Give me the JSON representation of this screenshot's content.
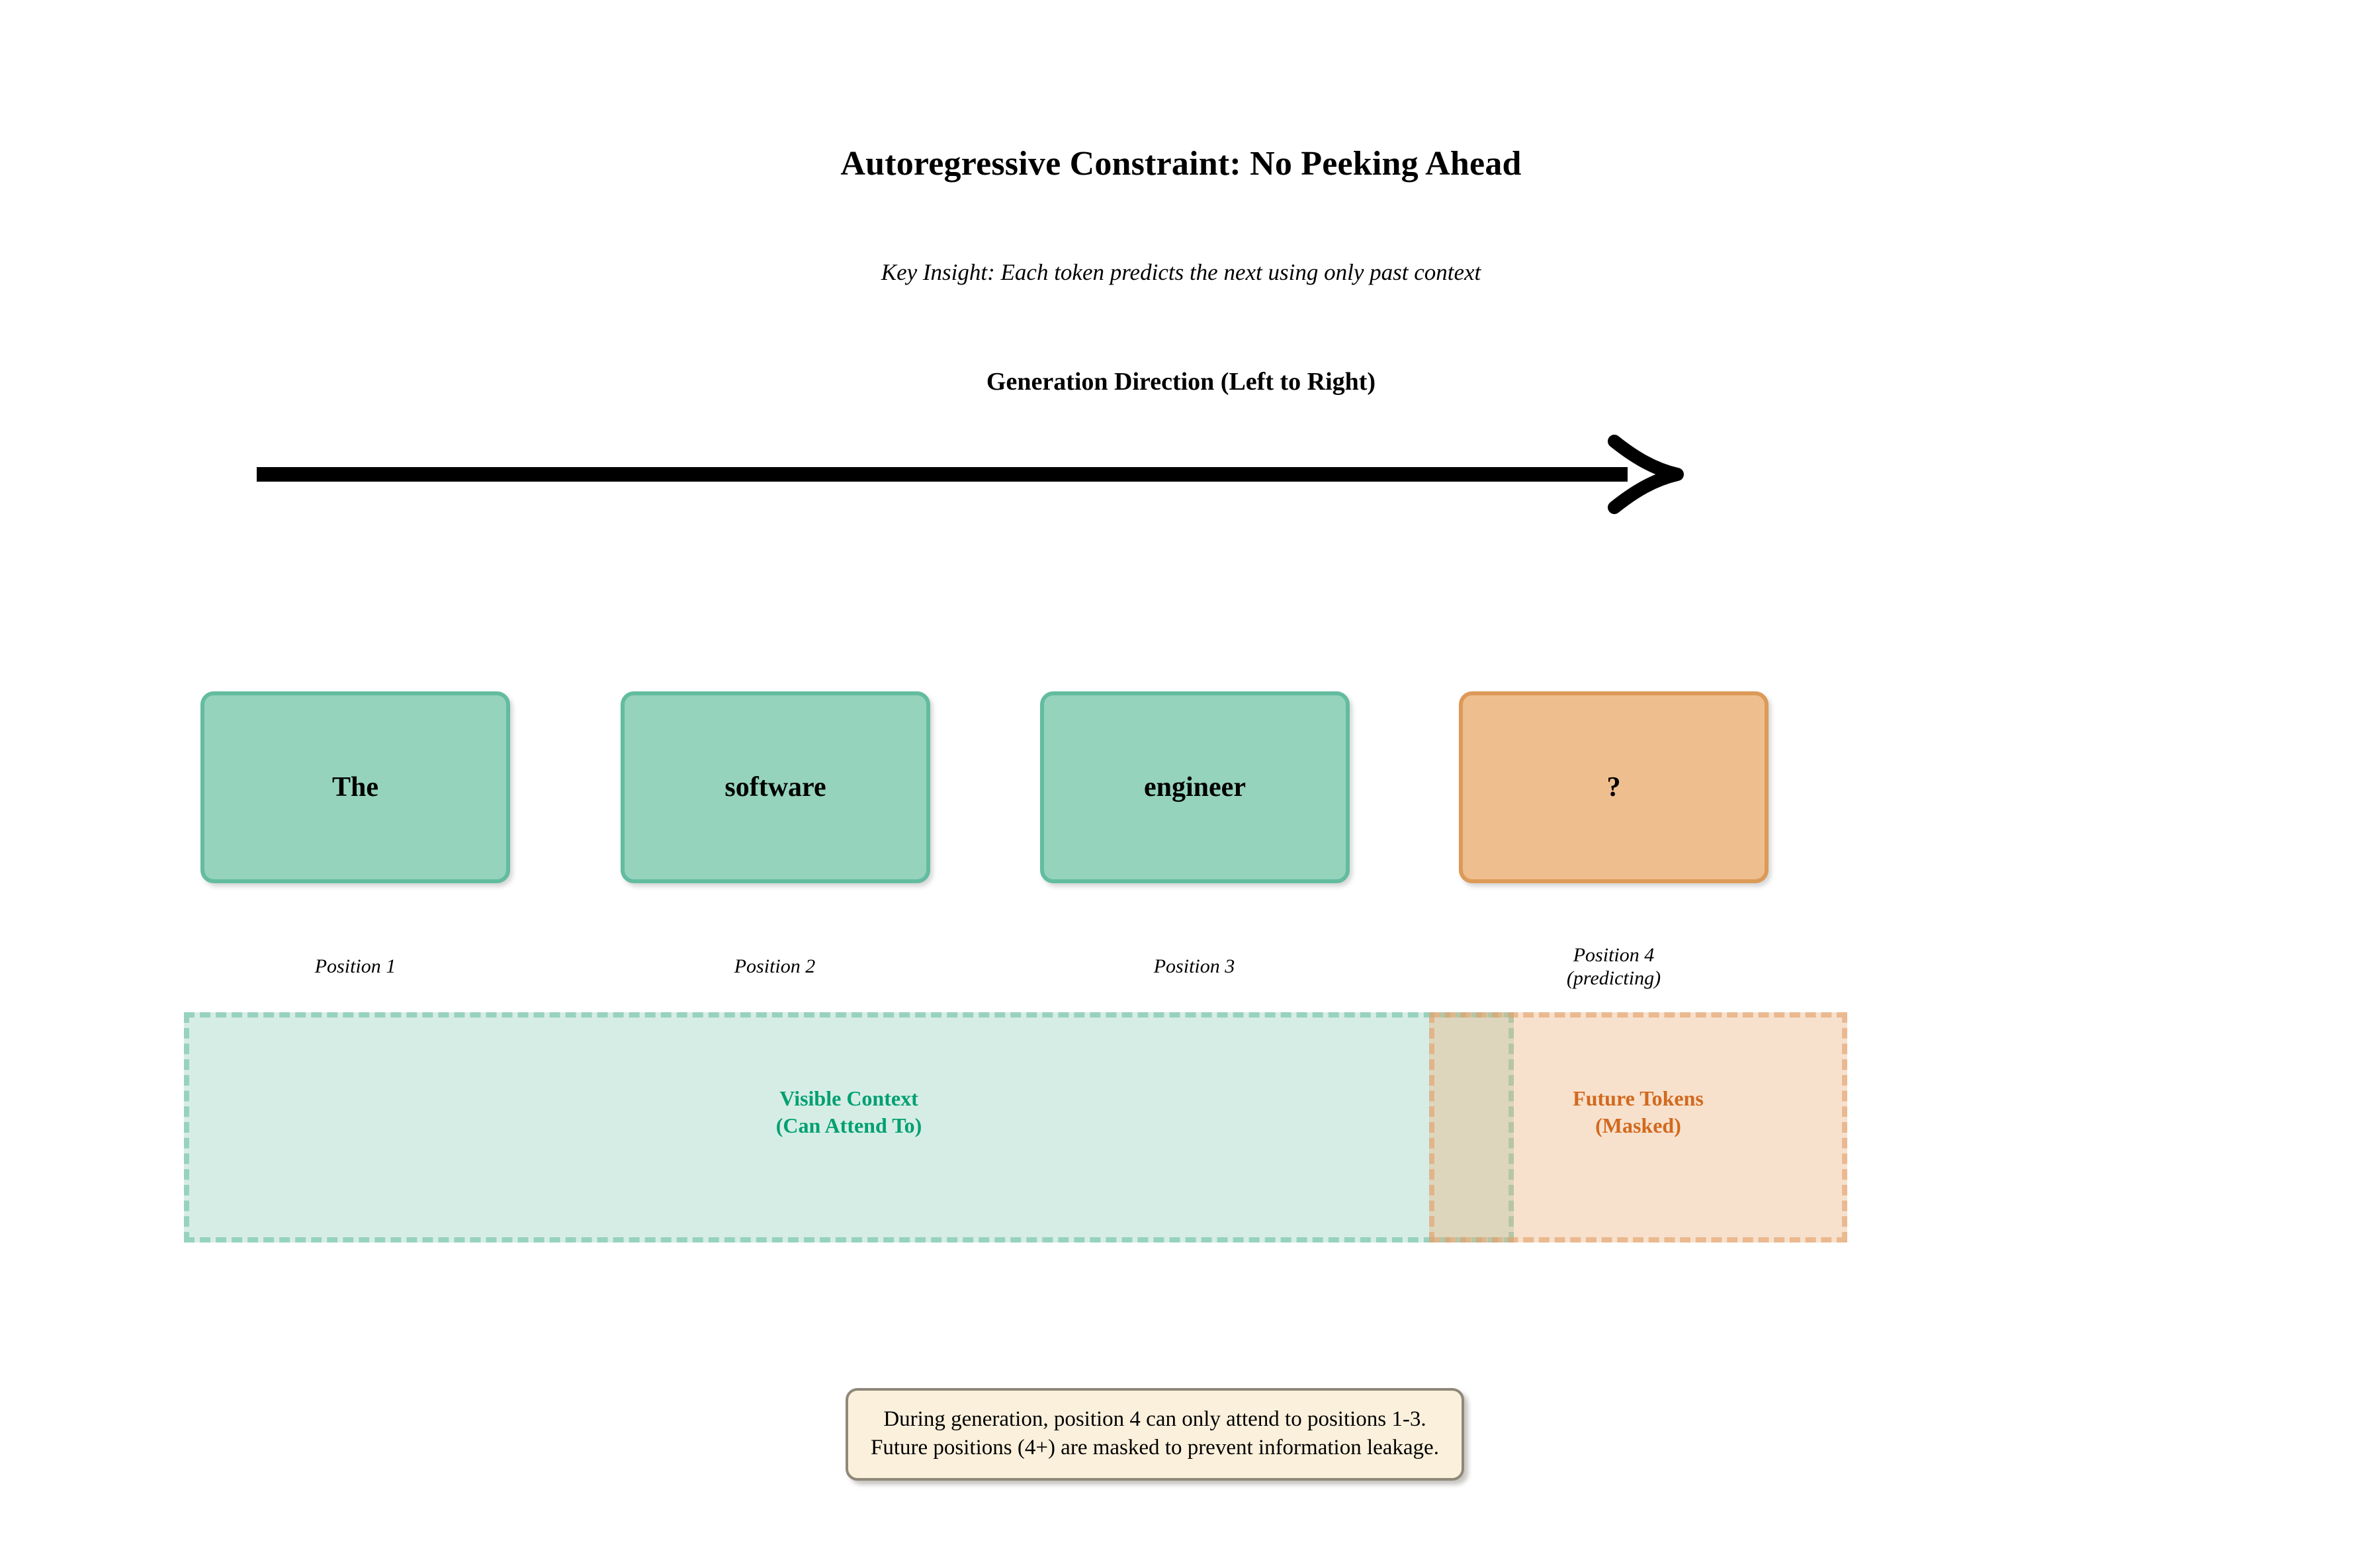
{
  "title": "Autoregressive Constraint: No Peeking Ahead",
  "subtitle": "Key Insight: Each token predicts the next using only past context",
  "direction": {
    "label": "Generation Direction (Left to Right)",
    "arrow_icon": "right-arrow-icon"
  },
  "tokens": [
    {
      "text": "The",
      "position_label": "Position 1",
      "state": "context"
    },
    {
      "text": "software",
      "position_label": "Position 2",
      "state": "context"
    },
    {
      "text": "engineer",
      "position_label": "Position 3",
      "state": "context"
    },
    {
      "text": "?",
      "position_label": "Position 4\n(predicting)",
      "state": "predicting"
    }
  ],
  "bands": {
    "visible": {
      "caption": "Visible Context\n(Can Attend To)",
      "color": "#00A070"
    },
    "masked": {
      "caption": "Future Tokens\n(Masked)",
      "color": "#D2691E"
    }
  },
  "note": "During generation, position 4 can only attend to positions 1-3.\nFuture positions (4+) are masked to prevent information leakage.",
  "colors": {
    "context_fill": "#95D3BD",
    "context_border": "#63BCA0",
    "predict_fill": "#EFBE8E",
    "predict_border": "#DC9A58",
    "visible_band": "#CDE8DF",
    "masked_band": "#F6DFCE",
    "overlap_band": "#C9CDB4",
    "note_fill": "#FAF0DC",
    "note_border": "#8F8879",
    "arrow": "#000000"
  }
}
